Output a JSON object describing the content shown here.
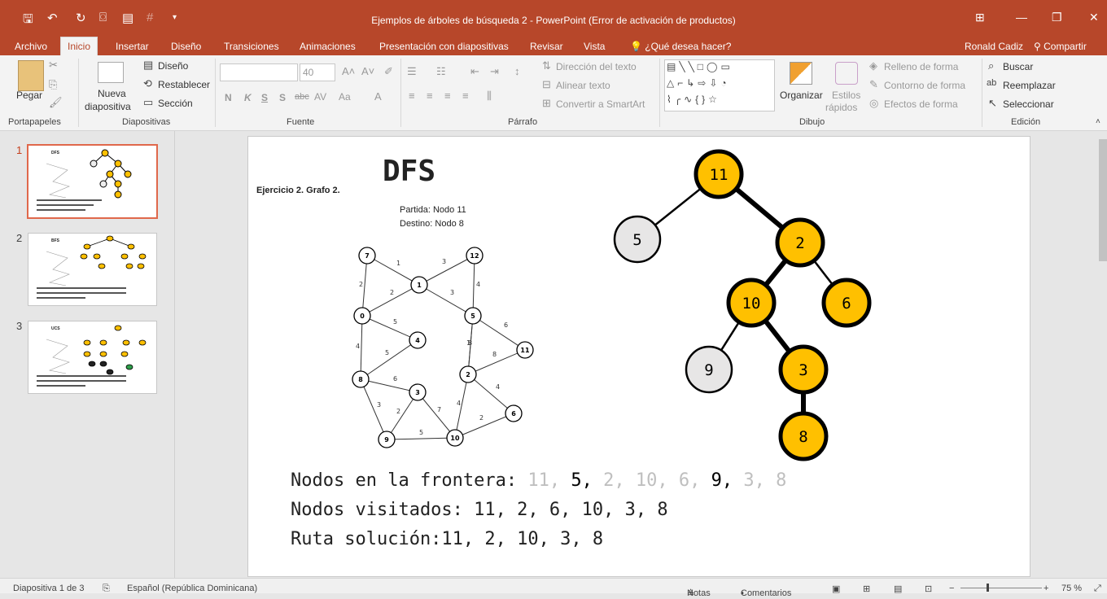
{
  "titlebar": {
    "title": "Ejemplos de árboles de búsqueda 2 - PowerPoint (Error de activación de productos)",
    "user": "Ronald Cadiz",
    "share": "Compartir"
  },
  "tabs": [
    "Archivo",
    "Inicio",
    "Insertar",
    "Diseño",
    "Transiciones",
    "Animaciones",
    "Presentación con diapositivas",
    "Revisar",
    "Vista"
  ],
  "tell_me": "¿Qué desea hacer?",
  "ribbon": {
    "clipboard": {
      "paste": "Pegar",
      "label": "Portapapeles"
    },
    "slides": {
      "new_slide_1": "Nueva",
      "new_slide_2": "diapositiva",
      "layout": "Diseño",
      "reset": "Restablecer",
      "section": "Sección",
      "label": "Diapositivas"
    },
    "font": {
      "size": "40",
      "bold": "N",
      "italic": "K",
      "underline": "S",
      "shadow": "S",
      "strike": "abc",
      "spacing": "AV",
      "case": "Aa",
      "label": "Fuente"
    },
    "paragraph": {
      "text_direction": "Dirección del texto",
      "align_text": "Alinear texto",
      "smartart": "Convertir a SmartArt",
      "label": "Párrafo"
    },
    "drawing": {
      "arrange": "Organizar",
      "quick_styles_1": "Estilos",
      "quick_styles_2": "rápidos",
      "fill": "Relleno de forma",
      "outline": "Contorno de forma",
      "effects": "Efectos de forma",
      "label": "Dibujo"
    },
    "editing": {
      "find": "Buscar",
      "replace": "Reemplazar",
      "select": "Seleccionar",
      "label": "Edición"
    }
  },
  "thumbnails": [
    {
      "num": "1",
      "title": "DFS"
    },
    {
      "num": "2",
      "title": "BFS"
    },
    {
      "num": "3",
      "title": "UCS"
    }
  ],
  "slide": {
    "title": "DFS",
    "exercise": "Ejercicio 2. Grafo 2.",
    "start": "Partida: Nodo 11",
    "goal": "Destino: Nodo 8",
    "frontier_label": "Nodos en la frontera: ",
    "frontier": [
      {
        "value": "11",
        "dim": true
      },
      {
        "value": "5",
        "dim": false
      },
      {
        "value": "2",
        "dim": true
      },
      {
        "value": "10",
        "dim": true
      },
      {
        "value": "6",
        "dim": true
      },
      {
        "value": "9",
        "dim": false
      },
      {
        "value": "3",
        "dim": true
      },
      {
        "value": "8",
        "dim": true
      }
    ],
    "visited": "Nodos visitados: 11, 2, 6, 10, 3, 8",
    "solution": "Ruta solución:11, 2, 10, 3, 8",
    "tree_nodes": [
      {
        "label": "11",
        "visited": true
      },
      {
        "label": "5",
        "visited": false
      },
      {
        "label": "2",
        "visited": true
      },
      {
        "label": "10",
        "visited": true
      },
      {
        "label": "6",
        "visited": true
      },
      {
        "label": "9",
        "visited": false
      },
      {
        "label": "3",
        "visited": true
      },
      {
        "label": "8",
        "visited": true
      }
    ],
    "graph_nodes": [
      "7",
      "12",
      "1",
      "0",
      "5",
      "4",
      "11",
      "8",
      "2",
      "3",
      "6",
      "9",
      "10"
    ],
    "graph_weights": [
      "1",
      "3",
      "2",
      "2",
      "3",
      "4",
      "5",
      "6",
      "4",
      "1",
      "8",
      "5",
      "6",
      "4",
      "3",
      "2",
      "7",
      "4",
      "5",
      "2",
      "8"
    ]
  },
  "colors": {
    "accent": "#b7472a",
    "visited_fill": "#ffc000",
    "unvisited_fill": "#e7e6e6"
  },
  "statusbar": {
    "slide_info": "Diapositiva 1 de 3",
    "language": "Español (República Dominicana)",
    "notes": "Notas",
    "comments": "Comentarios",
    "zoom": "75 %"
  }
}
